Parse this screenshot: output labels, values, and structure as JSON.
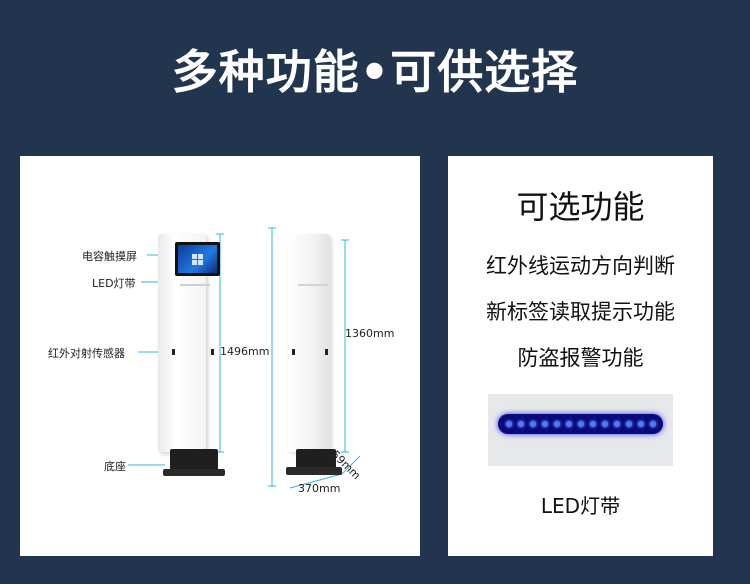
{
  "title": "多种功能•可供选择",
  "product": {
    "callouts": [
      "电容触摸屏",
      "LED灯带",
      "红外对射传感器",
      "底座"
    ],
    "dimensions": {
      "front_height": "1496mm",
      "side_height": "1360mm",
      "base_width": "370mm",
      "base_depth": "59mm"
    }
  },
  "options": {
    "title": "可选功能",
    "features": [
      "红外线运动方向判断",
      "新标签读取提示功能",
      "防盗报警功能"
    ],
    "led_label": "LED灯带"
  },
  "colors": {
    "background": "#22354e",
    "panel": "#ffffff",
    "leader_line": "#2cb8d6",
    "led": "#2b3cff"
  }
}
